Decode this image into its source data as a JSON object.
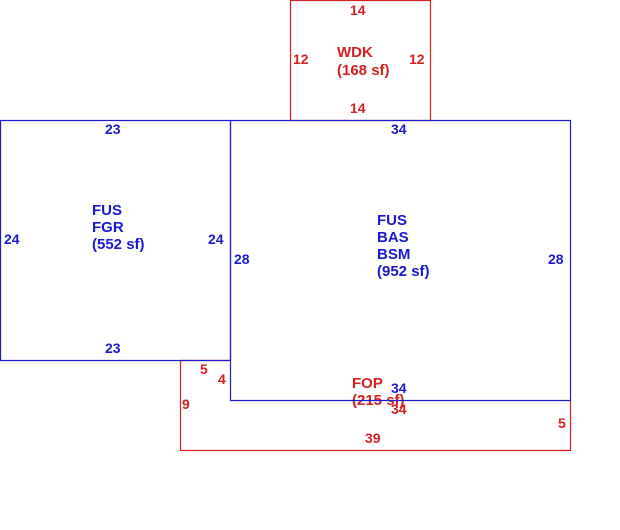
{
  "colors": {
    "blue": "#1a1acc",
    "red": "#d42020",
    "background": "#ffffff"
  },
  "areas": {
    "wdk": {
      "lines": [
        "WDK",
        "(168 sf)"
      ],
      "dims": {
        "top": "14",
        "bottom": "14",
        "left": "12",
        "right": "12"
      }
    },
    "garage": {
      "lines": [
        "FUS",
        "FGR",
        "(552 sf)"
      ],
      "dims": {
        "top": "23",
        "bottom": "23",
        "left": "24",
        "right": "24"
      }
    },
    "main": {
      "lines": [
        "FUS",
        "BAS",
        "BSM",
        "(952 sf)"
      ],
      "dims": {
        "top": "34",
        "bottom": "34",
        "left": "28",
        "right": "28"
      }
    },
    "fop": {
      "lines": [
        "FOP",
        "(215 sf)"
      ],
      "dims": {
        "top_left": "5",
        "left_upper": "4",
        "left_lower": "9",
        "top": "34",
        "right": "5",
        "bottom": "39"
      }
    }
  }
}
